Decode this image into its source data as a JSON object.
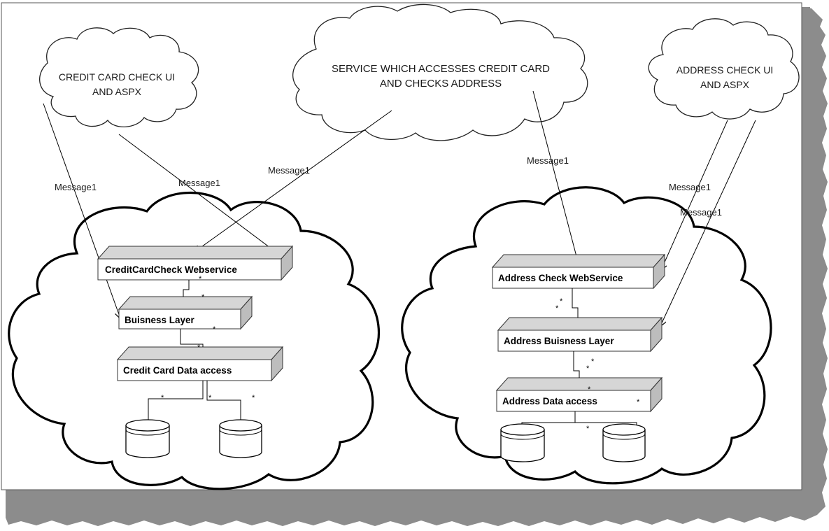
{
  "diagram": {
    "clouds": {
      "credit_card_ui": [
        "CREDIT CARD CHECK UI",
        "AND ASPX"
      ],
      "service": [
        "SERVICE WHICH ACCESSES CREDIT CARD",
        "AND CHECKS ADDRESS"
      ],
      "address_ui": [
        "ADDRESS CHECK UI",
        "AND ASPX"
      ]
    },
    "messages": {
      "m1": "Message1",
      "m2": "Message1",
      "m3": "Message1",
      "m4": "Message1",
      "m5": "Message1",
      "m6": "Message1"
    },
    "credit_stack": {
      "webservice": "CreditCardCheck Webservice",
      "business": "Buisness Layer",
      "data_access": "Credit Card Data access"
    },
    "address_stack": {
      "webservice": "Address Check WebService",
      "business": "Address Buisness Layer",
      "data_access": "Address Data access"
    },
    "multiplicity": "*"
  },
  "icons": {
    "database": "database-cylinder-icon"
  },
  "colors": {
    "box_face": "#ffffff",
    "box_side": "#bdbdbd",
    "box_top": "#d6d6d6",
    "shadow": "#8c8c8c",
    "line": "#000000"
  }
}
